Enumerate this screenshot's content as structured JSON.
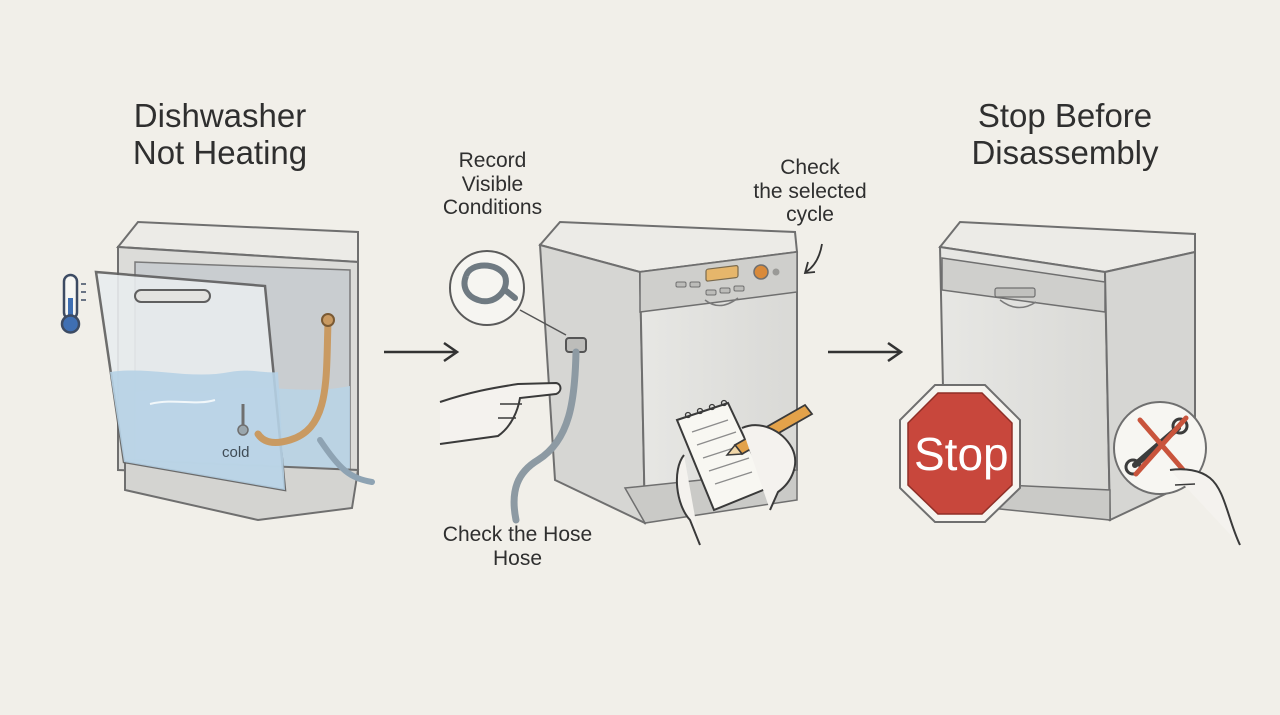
{
  "steps": [
    {
      "title_lines": [
        "Dishwasher",
        "Not Heating"
      ]
    },
    {
      "notes": {
        "record": [
          "Record",
          "Visible",
          "Conditions"
        ],
        "cycle": [
          "Check",
          "the selected",
          "cycle"
        ],
        "hose": [
          "Check the Hose",
          "Hose"
        ]
      }
    },
    {
      "title_lines": [
        "Stop Before",
        "Disassembly"
      ]
    }
  ],
  "panel1": {
    "water_label": "cold"
  },
  "panel3": {
    "sign_text": "Stop"
  },
  "icons": [
    "thermometer-icon",
    "hose-icon",
    "wrench-icon",
    "notepad-icon",
    "pencil-icon",
    "arrow-right-icon"
  ],
  "colors": {
    "background": "#f1efe9",
    "water": "#b9d4e6",
    "hose": "#c99a62",
    "stop_red": "#c8473c",
    "cross_red": "#c9543c"
  }
}
